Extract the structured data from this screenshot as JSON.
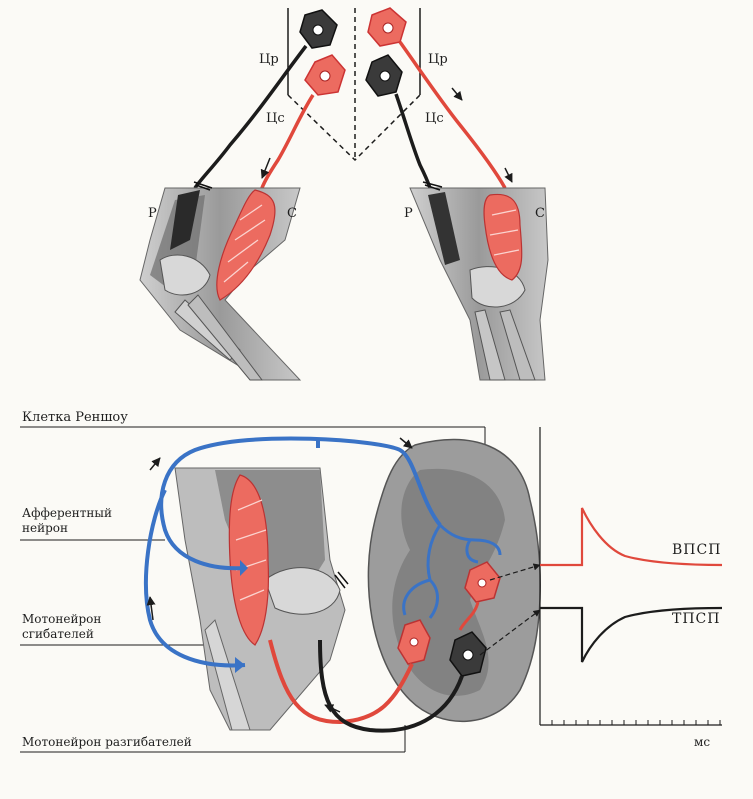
{
  "labels": {
    "cr": "Цр",
    "cs": "Цс",
    "r": "Р",
    "c": "С"
  },
  "annotations": {
    "renshaw": "Клетка Реншоу",
    "afferent_line1": "Афферентный",
    "afferent_line2": "нейрон",
    "flexor_mn_line1": "Мотонейрон",
    "flexor_mn_line2": "сгибателей",
    "extensor_mn": "Мотонейрон разгибателей"
  },
  "traces": {
    "epsp": "ВПСП",
    "ipsp": "ТПСП",
    "time_unit": "мс"
  },
  "colors": {
    "red": "#e0483c",
    "red_fill": "#ec6b60",
    "blue": "#3a73c6",
    "black": "#1c1c1c",
    "bone_gray": "#8a8a8a",
    "tissue_gray": "#a9a9a9",
    "cord_gray": "#9e9e9e"
  }
}
